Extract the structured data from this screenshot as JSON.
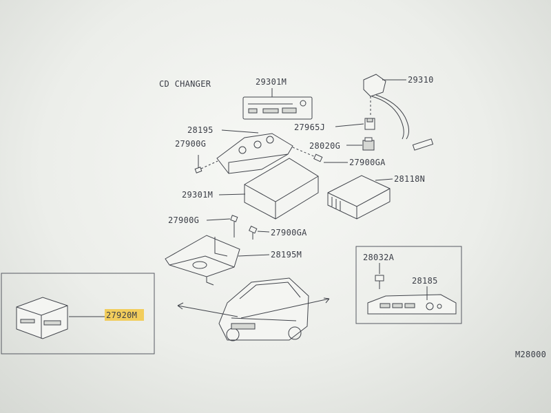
{
  "title": "CD CHANGER",
  "labels": {
    "p29301M_top": "29301M",
    "p29310": "29310",
    "p28195": "28195",
    "p27965J": "27965J",
    "p27900G_top": "27900G",
    "p28020G": "28020G",
    "p27900GA_top": "27900GA",
    "p28118N": "28118N",
    "p29301M_mid": "29301M",
    "p27900G_low": "27900G",
    "p27900GA_low": "27900GA",
    "p28195M": "28195M",
    "p28032A": "28032A",
    "p28185": "28185",
    "p27920M": "27920M",
    "code": "M28000"
  },
  "colors": {
    "highlight": "#f2c94c",
    "ink": "#3e4148",
    "paper": "#f4f5f2"
  }
}
